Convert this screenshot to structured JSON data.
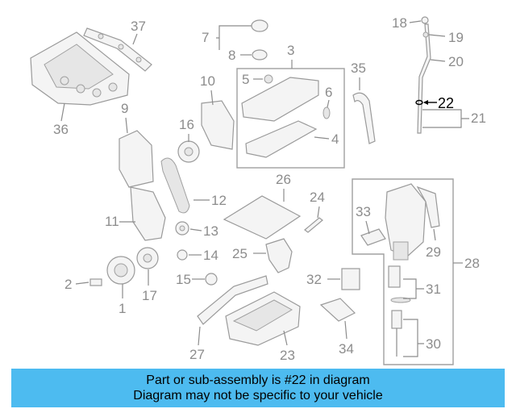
{
  "diagram": {
    "labels": {
      "p1": "1",
      "p2": "2",
      "p3": "3",
      "p4": "4",
      "p5": "5",
      "p6": "6",
      "p7": "7",
      "p8": "8",
      "p9": "9",
      "p10": "10",
      "p11": "11",
      "p12": "12",
      "p13": "13",
      "p14": "14",
      "p15": "15",
      "p16": "16",
      "p17": "17",
      "p18": "18",
      "p19": "19",
      "p20": "20",
      "p21": "21",
      "p22": "22",
      "p23": "23",
      "p24": "24",
      "p25": "25",
      "p26": "26",
      "p27": "27",
      "p28": "28",
      "p29": "29",
      "p30": "30",
      "p31": "31",
      "p32": "32",
      "p33": "33",
      "p34": "34",
      "p35": "35",
      "p36": "36",
      "p37": "37"
    },
    "highlighted_part": "22",
    "highlight_color": "#000000",
    "part_color": "#8c8c8c"
  },
  "banner": {
    "line1": "Part or sub-assembly is #22 in diagram",
    "line2": "Diagram may not be specific to your vehicle",
    "background": "#4dbbf0"
  }
}
